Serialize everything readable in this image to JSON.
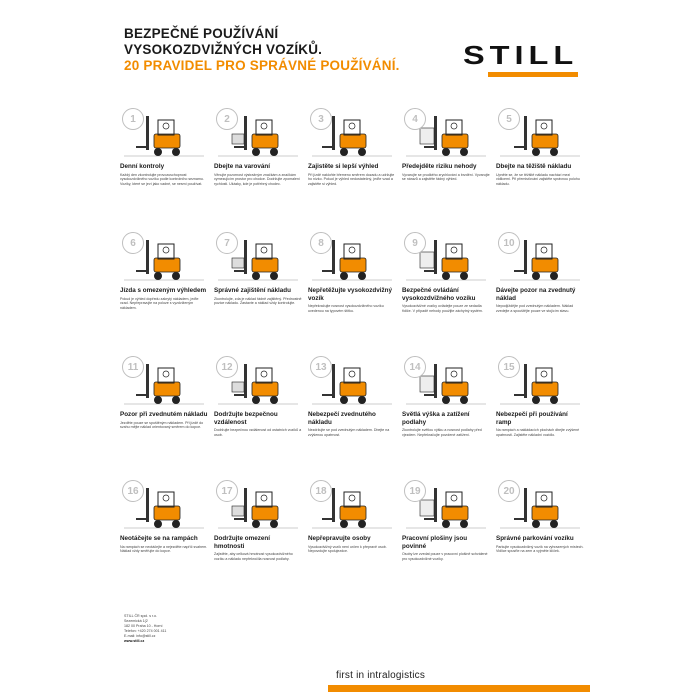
{
  "header": {
    "line1": "BEZPEČNÉ POUŽÍVÁNÍ",
    "line2": "VYSOKOZDVIŽNÝCH VOZÍKŮ.",
    "line3": "20 PRAVIDEL PRO SPRÁVNÉ POUŽÍVÁNÍ."
  },
  "logo": {
    "text": "STILL"
  },
  "colors": {
    "accent": "#f28c00",
    "ink": "#1a1a1a"
  },
  "rules": [
    {
      "num": "1",
      "title": "Denní kontroly",
      "text": "Každý den zkontrolujte provozuschopnost vysokozdvižného vozíku podle kontrolního seznamu. Vozíky, které se jeví jako vadné, se nesmí používat."
    },
    {
      "num": "2",
      "title": "Dbejte na varování",
      "text": "Věnujte pozornost výstražným značkám a značkám vymezujícím prostor pro chodce. Dodržujte zpomalení rychlosti. Ukázky, kde je potřebný chodec."
    },
    {
      "num": "3",
      "title": "Zajistěte si lepší výhled",
      "text": "Při jízdě nakloňte břemeno směrem dozadu a udržujte ho nízko. Pokud je výhled nedostatečný, jeďte vzad a zajistěte si výhled."
    },
    {
      "num": "4",
      "title": "Předejděte riziku nehody",
      "text": "Vyvarujte se prudkého zrychlování a brzdění. Vyvarujte se nárazů a zajistěte řádný výhled."
    },
    {
      "num": "5",
      "title": "Dbejte na těžiště nákladu",
      "text": "Upněte se, že se těžiště nákladu nachází mezi vidlicemi. Při přemisťování zajistěte správnou polohu nákladu."
    },
    {
      "num": "6",
      "title": "Jízda s omezeným výhledem",
      "text": "Pokud je výhled dopředu zakrytý nákladem, jeďte vzad. Nepřepravujte na poloze s vyzdviženým nákladem."
    },
    {
      "num": "7",
      "title": "Správné zajištění nákladu",
      "text": "Zkontrolujte, zda je náklad řádně zajištěný. Přednostně pozice nákladu. Zastavte a náklad vždy kontrolujte."
    },
    {
      "num": "8",
      "title": "Nepřetěžujte vysokozdvižný vozík",
      "text": "Nepřekračujte nosnost vysokozdvižného vozíku uvedenou na typovém štítku."
    },
    {
      "num": "9",
      "title": "Bezpečné ovládání vysokozdvižného vozíku",
      "text": "Vysokozdvižné vozíky ovládejte pouze ze sedadla řidiče. V případě nehody použijte záchytný systém."
    },
    {
      "num": "10",
      "title": "Dávejte pozor na zvednutý náklad",
      "text": "Nepodjíždějte pod zvednutým nákladem. Náklad zvedejte a spouštějte pouze ve stojícím stavu."
    },
    {
      "num": "11",
      "title": "Pozor při zvednutém nákladu",
      "text": "Jezděte pouze se spuštěným nákladem. Při jízdě do svahu mějte náklad orientovaný směrem do kopce."
    },
    {
      "num": "12",
      "title": "Dodržujte bezpečnou vzdálenost",
      "text": "Dodržujte bezpečnou vzdálenost od ostatních vozíků a osob."
    },
    {
      "num": "13",
      "title": "Nebezpečí zvednutého nákladu",
      "text": "Nezdržujte se pod zvednutým nákladem. Dbejte na zvýšenou opatrnost."
    },
    {
      "num": "14",
      "title": "Světlá výška a zatížení podlahy",
      "text": "Zkontrolujte světlou výšku a nosnost podlahy před vjezdem. Nepřekračujte povolené zatížení."
    },
    {
      "num": "15",
      "title": "Nebezpečí při používání ramp",
      "text": "Na rampách a nakládacích plochách dbejte zvýšené opatrnosti. Zajistěte nákladní vozidlo."
    },
    {
      "num": "16",
      "title": "Neotáčejte se na rampách",
      "text": "Na rampách se neotáčejte a nejezděte napříč svahem. Náklad vždy směřujte do kopce."
    },
    {
      "num": "17",
      "title": "Dodržujte omezení hmotnosti",
      "text": "Zajistěte, aby celková hmotnost vysokozdvižného vozíku a nákladu nepřekročila nosnost podlahy."
    },
    {
      "num": "18",
      "title": "Nepřepravujte osoby",
      "text": "Vysokozdvižný vozík není určen k přepravě osob. Nepovolujte spolujezdce."
    },
    {
      "num": "19",
      "title": "Pracovní plošiny jsou povinné",
      "text": "Osoby lze zvedat pouze v pracovní plošině schválené pro vysokozdvižné vozíky."
    },
    {
      "num": "20",
      "title": "Správné parkování vozíku",
      "text": "Parkujte vysokozdvižný vozík na vyhrazených místech. Vidlice spusťte na zem a vyjměte klíček."
    }
  ],
  "footer": {
    "company": "STILL ČR spol. s r.o.",
    "street": "Sezemická 1(2",
    "city": "182 00 Praha 10 - Horní",
    "phone": "Telefon: +420 274 001 411",
    "email": "E-mail: info@still.cz",
    "web": "www.still.cz",
    "tagline": "first in intralogistics"
  }
}
